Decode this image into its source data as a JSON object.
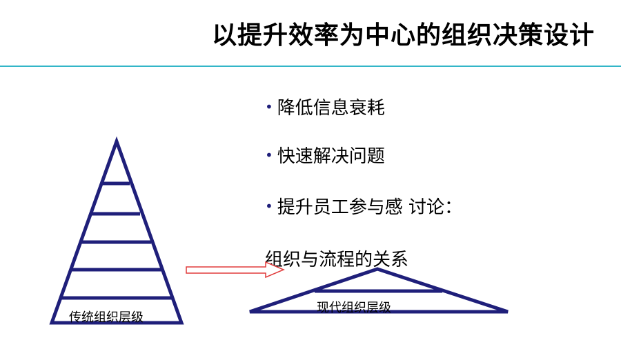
{
  "slide": {
    "title": "以提升效率为中心的组织决策设计",
    "bullets": [
      "降低信息衰耗",
      "快速解决问题",
      "提升员工参与感  讨论："
    ],
    "note": "组织与流程的关系",
    "traditional_label": "传统组织层级",
    "modern_label": "现代组织层级"
  },
  "colors": {
    "accent_rule": "#33b6c8",
    "pyramid": "#1f1f7a",
    "arrow": "#e03a3a"
  }
}
